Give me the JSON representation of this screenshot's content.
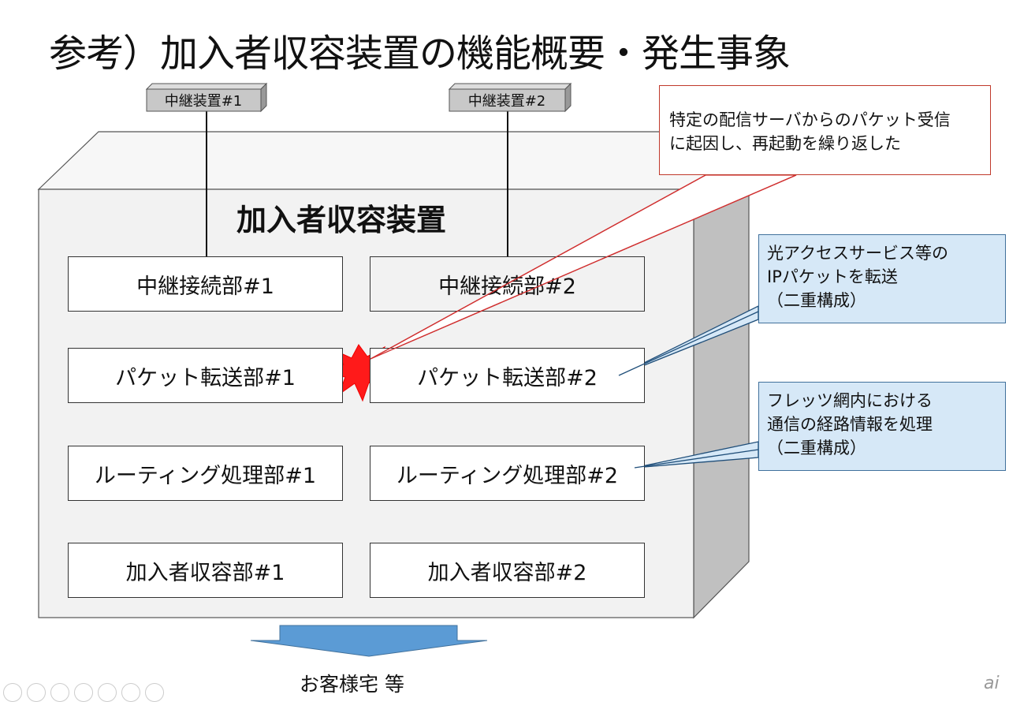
{
  "title": "参考）加入者収容装置の機能概要・発生事象",
  "relays": [
    "中継装置#1",
    "中継装置#2"
  ],
  "device_title": "加入者収容装置",
  "units": {
    "left": [
      "中継接続部#1",
      "パケット転送部#1",
      "ルーティング処理部#1",
      "加入者収容部#1"
    ],
    "right": [
      "中継接続部#2",
      "パケット転送部#2",
      "ルーティング処理部#2",
      "加入者収容部#2"
    ]
  },
  "callout_incident": [
    "特定の配信サーバからのパケット受信",
    "に起因し、再起動を繰り返した"
  ],
  "callout_packet": [
    "光アクセスサービス等の",
    "IPパケットを転送",
    "（二重構成）"
  ],
  "callout_routing": [
    "フレッツ網内における",
    "通信の経路情報を処理",
    "（二重構成）"
  ],
  "destination": "お客様宅 等",
  "logo": "ai",
  "colors": {
    "incident": "#e02020",
    "note_bg": "#d6e8f7",
    "arrow": "#5b9bd5"
  }
}
